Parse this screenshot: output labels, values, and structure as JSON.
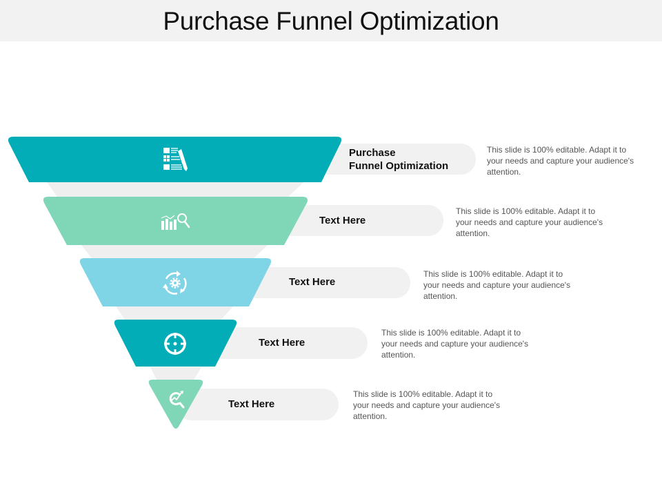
{
  "title": "Purchase Funnel Optimization",
  "colors": {
    "teal": "#03adb8",
    "mint": "#80d7b8",
    "sky": "#7fd4e6",
    "pill": "#f1f1f1",
    "connector": "#efefef",
    "icon": "#ffffff"
  },
  "stages": [
    {
      "label_line1": "Purchase",
      "label_line2": "Funnel Optimization",
      "icon": "checklist-pencil-icon",
      "color": "#03adb8",
      "description": "This slide is 100% editable. Adapt it to your needs and capture your audience's attention."
    },
    {
      "label": "Text Here",
      "icon": "bar-chart-magnifier-icon",
      "color": "#80d7b8",
      "description": "This slide is 100% editable. Adapt it to your needs and capture your audience's attention."
    },
    {
      "label": "Text Here",
      "icon": "gear-cycle-icon",
      "color": "#7fd4e6",
      "description": "This slide is 100% editable. Adapt it to your needs and capture your audience's attention."
    },
    {
      "label": "Text Here",
      "icon": "target-crosshair-icon",
      "color": "#03adb8",
      "description": "This slide is 100% editable. Adapt it to your needs and capture your audience's attention."
    },
    {
      "label": "Text Here",
      "icon": "growth-search-icon",
      "color": "#80d7b8",
      "description": "This slide is 100% editable. Adapt it to your needs and capture your audience's attention."
    }
  ]
}
